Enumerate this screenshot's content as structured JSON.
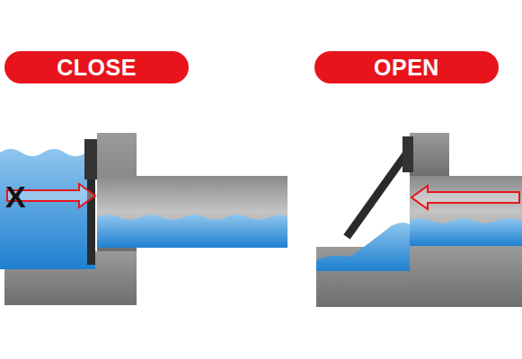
{
  "diagram": {
    "nodes": [
      {
        "text": [
          "CLOSE"
        ]
      },
      {
        "text": [
          "OPEN"
        ]
      }
    ],
    "labels": [
      "X"
    ]
  }
}
